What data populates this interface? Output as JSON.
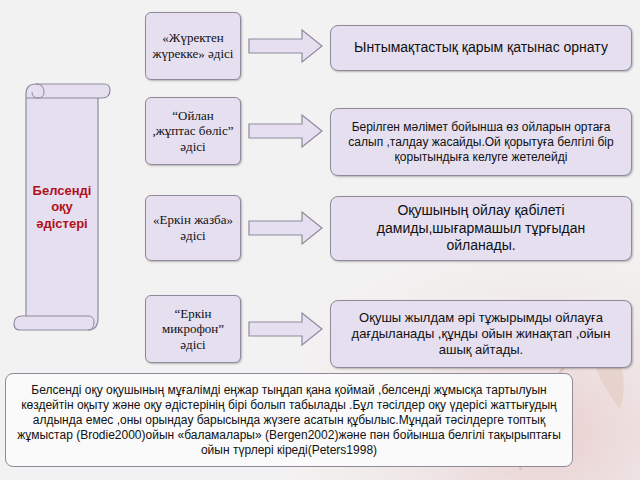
{
  "diagram": {
    "nodes": [
      {
        "text": [
          "Белсенді оқу әдістері"
        ]
      },
      {
        "text": [
          "«Жүректен жүрекке» әдісі"
        ]
      },
      {
        "text": [
          "Ынтымақтастық қарым қатынас орнату"
        ]
      },
      {
        "text": [
          "“Ойлан ,жұптас бөліс” әдісі"
        ]
      },
      {
        "text": [
          "Берілген мәлімет бойынша өз ойларын ортаға салып ,талдау жасайды.Ой қорытуға белгілі бір қорытындыға келуге жетелейді"
        ]
      },
      {
        "text": [
          "«Еркін жазба» әдісі"
        ]
      },
      {
        "text": [
          "Оқушының ойлау қабілеті дамиды,шығармашыл тұрғыдан ойланады."
        ]
      },
      {
        "text": [
          "“Еркін микрофон” әдісі"
        ]
      },
      {
        "text": [
          "Оқушы жылдам әрі тұжырымды ойлауға дағдыланады ,құнды ойын жинақтап ,ойын ашық айтады."
        ]
      },
      {
        "text": [
          "Белсенді оқу оқушының мұғалімді еңжар тыңдап қана қоймай ,белсенді жұмысқа тартылуын көздейтін оқыту және оқу әдістерінің бірі болып табылады .Бұл тәсілдер оқу үдерісі жаттығудың алдында емес ,оны орындау барысында жүзеге асатын құбылыс.Мұндай тәсілдерге топтық жұмыстар (Brodie2000)ойын «баламалары» (Bergen2002)және пән бойынша белгілі тақырыптағы ойын түрлері кіреді(Peters1998)"
        ]
      }
    ],
    "edges": [
      {
        "from": 1,
        "to": 2,
        "arrow": "to"
      },
      {
        "from": 3,
        "to": 4,
        "arrow": "to"
      },
      {
        "from": 5,
        "to": 6,
        "arrow": "to"
      },
      {
        "from": 7,
        "to": 8,
        "arrow": "to"
      }
    ]
  }
}
